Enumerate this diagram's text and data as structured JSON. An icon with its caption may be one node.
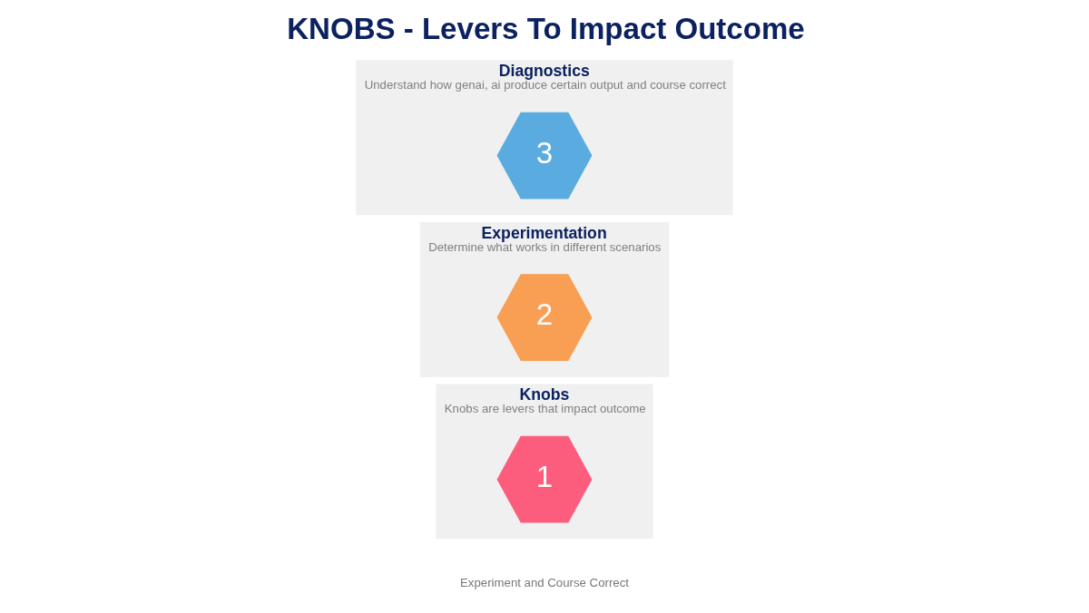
{
  "diagram": {
    "title": "KNOBS - Levers To Impact Outcome",
    "nodes": [
      {
        "text": [
          "Knobs",
          "Knobs are levers that impact outcome"
        ]
      },
      {
        "text": [
          "1"
        ],
        "in": 0
      },
      {
        "text": [
          "Experimentation",
          "Determine what works in different scenarios"
        ]
      },
      {
        "text": [
          "2"
        ],
        "in": 2
      },
      {
        "text": [
          "Diagnostics",
          "Understand how genai, ai produce certain output and course correct"
        ]
      },
      {
        "text": [
          "3"
        ],
        "in": 4
      }
    ],
    "edges": [],
    "labels": [
      "Experiment and Course Correct"
    ]
  }
}
